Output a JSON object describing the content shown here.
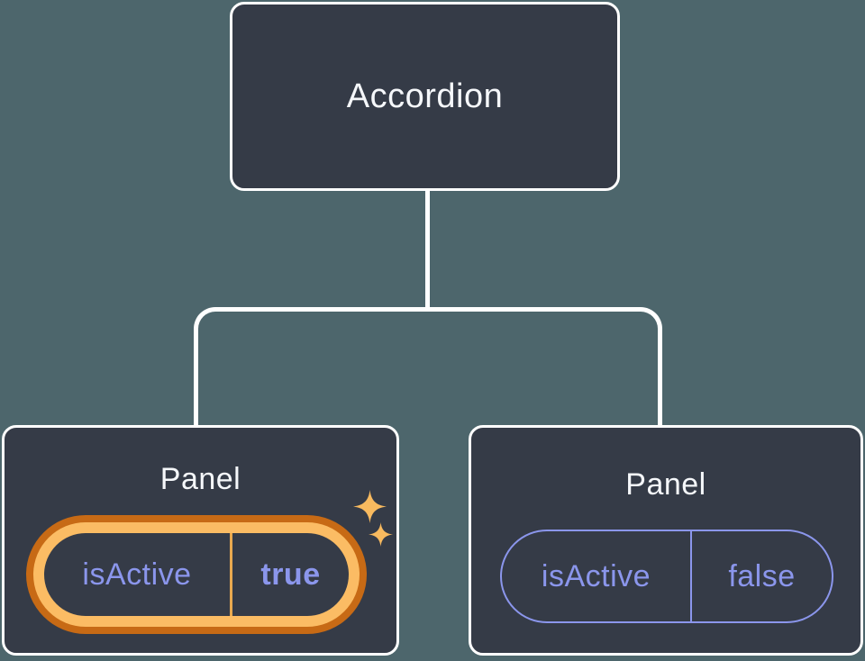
{
  "palette": {
    "background": "#4D666C",
    "card": "#353B47",
    "line": "#FFFFFF",
    "text_light": "#F5F7FA",
    "purple": "#8B96EC",
    "orange_dark": "#C76A15",
    "orange_gold": "#FBBC64",
    "divider_gold": "#E9A94F",
    "sparkle": "#F8BA5F"
  },
  "diagram": {
    "type": "component-state-tree",
    "root": {
      "label": "Accordion"
    },
    "children": [
      {
        "label": "Panel",
        "highlighted": true,
        "prop": {
          "name": "isActive",
          "value": "true"
        }
      },
      {
        "label": "Panel",
        "highlighted": false,
        "prop": {
          "name": "isActive",
          "value": "false"
        }
      }
    ]
  },
  "icons": {
    "sparkle_large": "sparkle-icon",
    "sparkle_small": "sparkle-icon"
  }
}
